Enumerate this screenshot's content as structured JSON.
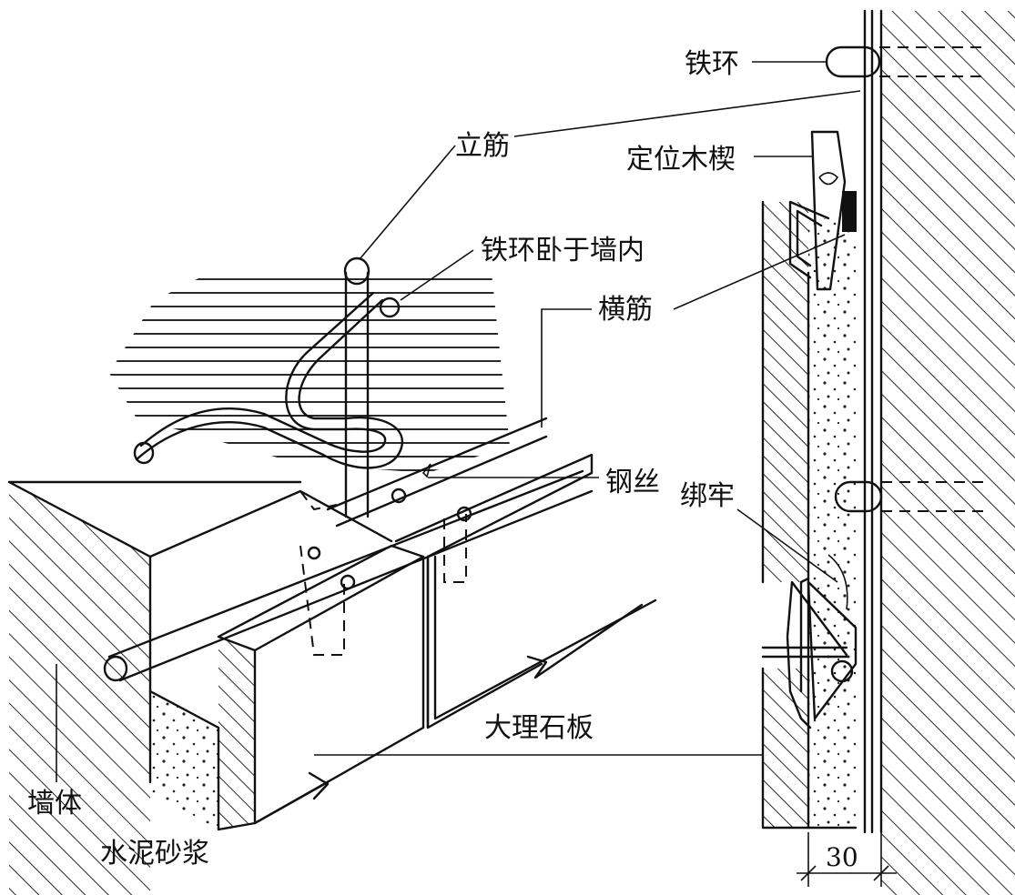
{
  "labels": {
    "vertical_bar": "立筋",
    "iron_ring_in_wall": "铁环卧于墙内",
    "horizontal_bar": "横筋",
    "steel_wire": "钢丝",
    "tie_tight": "绑牢",
    "marble_slab": "大理石板",
    "wall": "墙体",
    "cement_mortar": "水泥砂浆",
    "iron_ring": "铁环",
    "positioning_wedge": "定位木楔"
  },
  "dimension": {
    "gap": "30"
  }
}
